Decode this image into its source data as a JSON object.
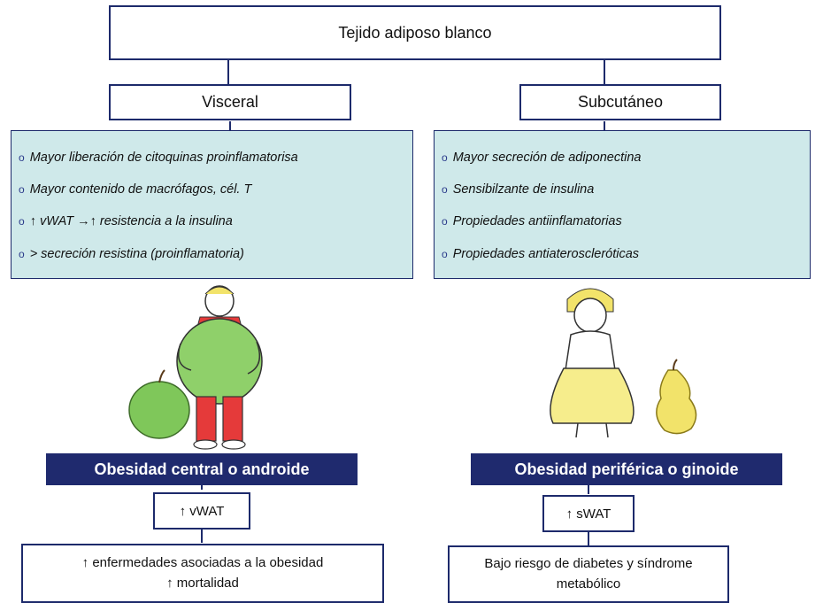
{
  "title": "Tejido adiposo blanco",
  "visceral": {
    "label": "Visceral",
    "items": [
      "Mayor liberación de citoquinas proinflamatorisa",
      "Mayor contenido de macrófagos, cél. T",
      "↑ vWAT →↑ resistencia a la insulina",
      "> secreción resistina (proinflamatoria)"
    ],
    "obesity_label": "Obesidad central o androide",
    "change_label": "↑ vWAT",
    "outcome_line1": "↑ enfermedades asociadas a la obesidad",
    "outcome_line2": "↑ mortalidad"
  },
  "subcutaneo": {
    "label": "Subcutáneo",
    "items": [
      "Mayor secreción de adiponectina",
      "Sensibilzante de insulina",
      "Propiedades antiinflamatorias",
      "Propiedades antiateroscleróticas"
    ],
    "obesity_label": "Obesidad periférica o ginoide",
    "change_label": "↑ sWAT",
    "outcome_line1": "Bajo riesgo de diabetes y síndrome",
    "outcome_line2": "metabólico"
  },
  "colors": {
    "border": "#1d2a6b",
    "bar": "#1f2a6e",
    "panel": "#cfe9ea",
    "apple": "#7fc75a",
    "pear": "#f2e36a"
  },
  "icons": [
    "man-apple-figure",
    "woman-pear-figure"
  ]
}
